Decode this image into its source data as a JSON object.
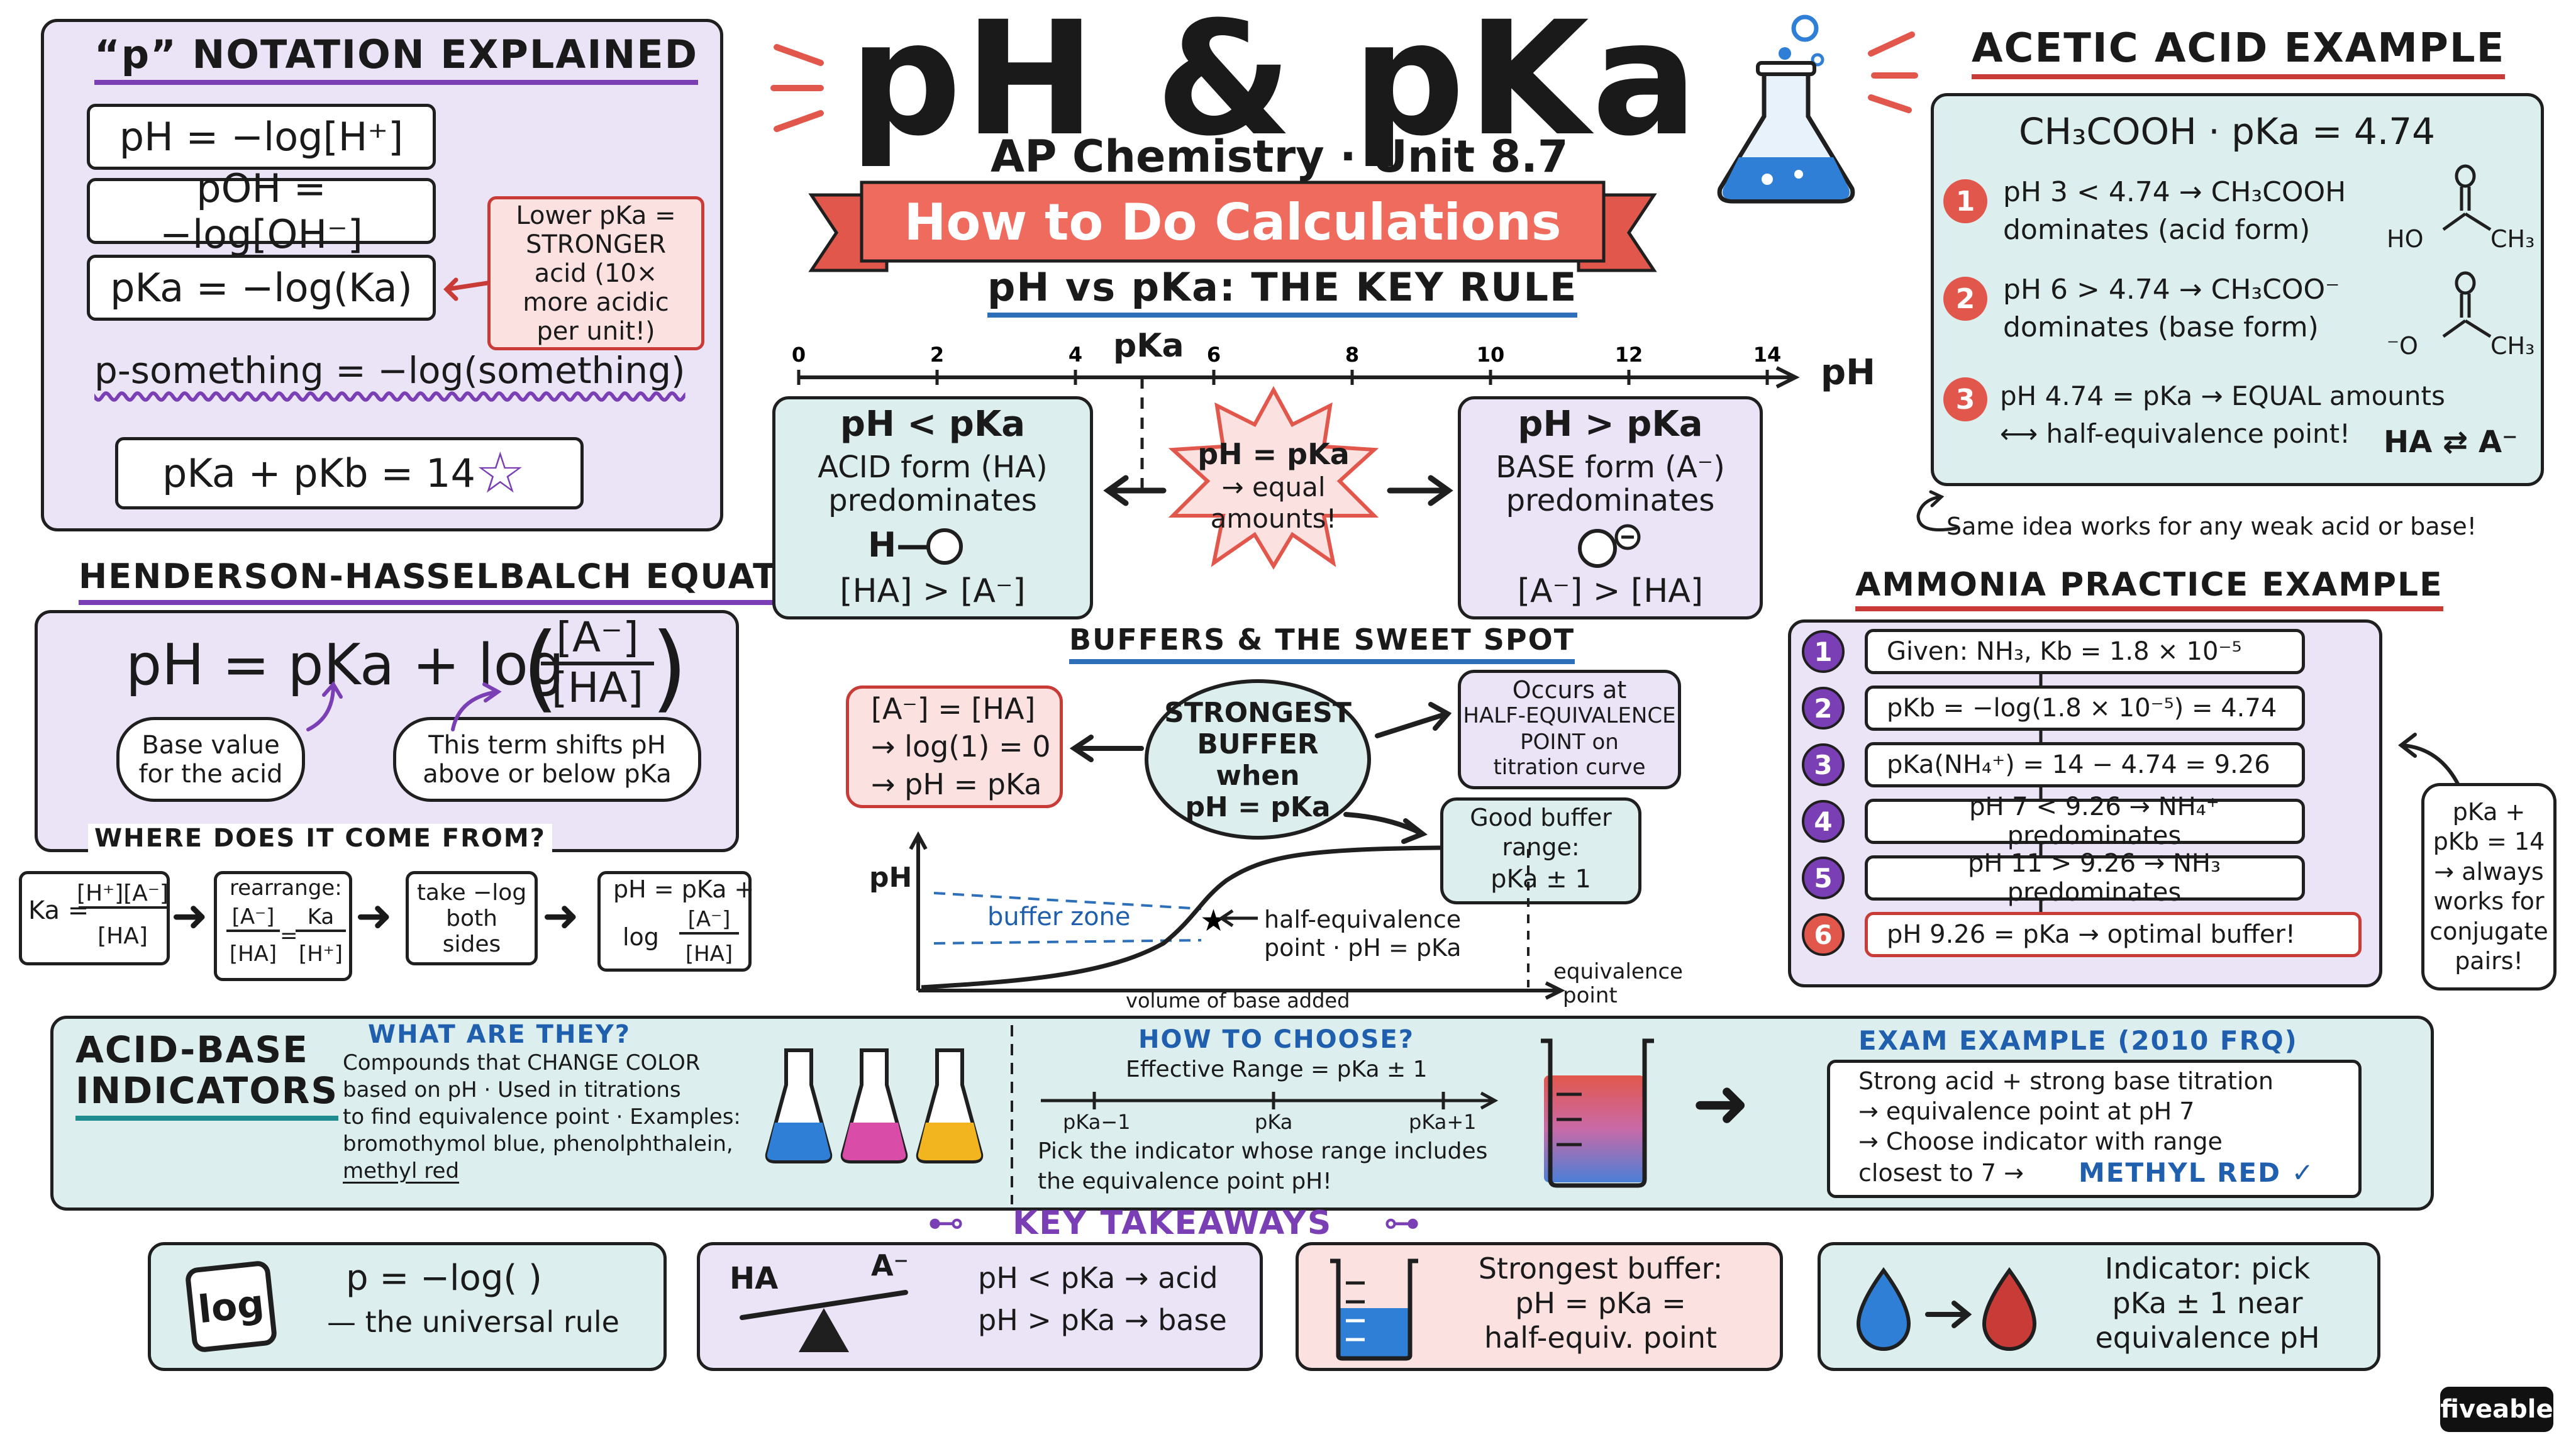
{
  "header": {
    "title": "pH & pKa",
    "subtitle": "AP Chemistry · Unit 8.7",
    "banner": "How to Do Calculations"
  },
  "p_notation": {
    "heading": "“p” NOTATION EXPLAINED",
    "eq1": "pH = −log[H⁺]",
    "eq2": "pOH = −log[OH⁻]",
    "eq3": "pKa = −log(Ka)",
    "callout": "Lower pKa = STRONGER acid (10× more acidic per unit!)",
    "general": "p-something = −log(something)",
    "sum": "pKa + pKb = 14"
  },
  "hh": {
    "heading": "HENDERSON-HASSELBALCH EQUATION",
    "eq_left": "pH = pKa + log",
    "frac_num": "[A⁻]",
    "frac_den": "[HA]",
    "note1": "Base value for the acid",
    "note2": "This term shifts pH above or below pKa",
    "where": "WHERE DOES IT COME FROM?",
    "step1_lhs": "Ka =",
    "step1_num": "[H⁺][A⁻]",
    "step1_den": "[HA]",
    "step2_label": "rearrange:",
    "step2_num1": "[A⁻]",
    "step2_den1": "[HA]",
    "step2_eq": "=",
    "step2_num2": "Ka",
    "step2_den2": "[H⁺]",
    "step3": "take −log both sides",
    "step4_top": "pH = pKa +",
    "step4_log": "log",
    "step4_num": "[A⁻]",
    "step4_den": "[HA]"
  },
  "key_rule": {
    "heading": "pH vs pKa: THE KEY RULE",
    "ticks": [
      "0",
      "2",
      "4",
      "6",
      "8",
      "10",
      "12",
      "14"
    ],
    "pka_label": "pKa",
    "axis_label": "pH",
    "acid_title": "pH < pKa",
    "acid_line1": "ACID form (HA)",
    "acid_line2": "predominates",
    "acid_mol": "H—",
    "acid_conc": "[HA] > [A⁻]",
    "mid_line1": "pH = pKa",
    "mid_line2": "→ equal",
    "mid_line3": "amounts!",
    "base_title": "pH > pKa",
    "base_line1": "BASE form (A⁻)",
    "base_line2": "predominates",
    "base_conc": "[A⁻] > [HA]"
  },
  "buffers": {
    "heading": "BUFFERS & THE SWEET SPOT",
    "eq_box_1": "[A⁻] = [HA]",
    "eq_box_2": "→ log(1) = 0",
    "eq_box_3": "→ pH = pKa",
    "center_1": "STRONGEST",
    "center_2": "BUFFER",
    "center_3": "when",
    "center_4": "pH = pKa",
    "occurs_1": "Occurs at",
    "occurs_2": "HALF-EQUIVALENCE",
    "occurs_3": "POINT on",
    "occurs_4": "titration curve",
    "range_1": "Good buffer",
    "range_2": "range:",
    "range_3": "pKa ± 1",
    "y_label": "pH",
    "zone_label": "buffer zone",
    "half_1": "half-equivalence",
    "half_2": "point · pH = pKa",
    "equiv_1": "equivalence",
    "equiv_2": "point",
    "x_label": "volume of base added"
  },
  "acetic": {
    "heading": "ACETIC ACID EXAMPLE",
    "top": "CH₃COOH · pKa = 4.74",
    "r1_num": "1",
    "r1_a": "pH 3 < 4.74 → CH₃COOH",
    "r1_b": "dominates (acid form)",
    "r2_num": "2",
    "r2_a": "pH 6 > 4.74 → CH₃COO⁻",
    "r2_b": "dominates (base form)",
    "r3_num": "3",
    "r3_a": "pH 4.74 = pKa → EQUAL amounts",
    "r3_b": "⟷ half-equivalence point!",
    "r3_eq": "HA ⇄ A⁻",
    "mol1_ho": "HO",
    "mol1_ch3": "CH₃",
    "mol2_o": "⁻O",
    "mol2_ch3": "CH₃",
    "footnote": "Same idea works for any weak acid or base!"
  },
  "ammonia": {
    "heading": "AMMONIA PRACTICE EXAMPLE",
    "steps": [
      {
        "n": "1",
        "text": "Given: NH₃, Kb = 1.8 × 10⁻⁵"
      },
      {
        "n": "2",
        "text": "pKb = −log(1.8 × 10⁻⁵) = 4.74"
      },
      {
        "n": "3",
        "text": "pKa(NH₄⁺) = 14 − 4.74 = 9.26"
      },
      {
        "n": "4",
        "text": "pH 7 < 9.26 → NH₄⁺ predominates"
      },
      {
        "n": "5",
        "text": "pH 11 > 9.26 → NH₃ predominates"
      },
      {
        "n": "6",
        "text": "pH 9.26 = pKa → optimal buffer!"
      }
    ],
    "side_note": "pKa + pKb = 14 → always works for conjugate pairs!"
  },
  "indicators": {
    "heading_1": "ACID-BASE",
    "heading_2": "INDICATORS",
    "what_title": "WHAT ARE THEY?",
    "what_1": "Compounds that CHANGE COLOR",
    "what_2": "based on pH · Used in titrations",
    "what_3": "to find equivalence point · Examples:",
    "what_4": "bromothymol blue, phenolphthalein,",
    "what_5": "methyl red",
    "choose_title": "HOW TO CHOOSE?",
    "choose_range": "Effective Range = pKa ± 1",
    "tick_l": "pKa−1",
    "tick_m": "pKa",
    "tick_r": "pKa+1",
    "choose_1": "Pick the indicator whose range includes",
    "choose_2": "the equivalence point pH!",
    "exam_title": "EXAM EXAMPLE (2010 FRQ)",
    "exam_1": "Strong acid + strong base titration",
    "exam_2": "→ equivalence point at pH 7",
    "exam_3": "→ Choose indicator with range",
    "exam_4": "closest to 7 →",
    "exam_answer": "METHYL RED ✓"
  },
  "takeaways": {
    "heading": "KEY TAKEAWAYS",
    "t1_icon": "log",
    "t1_a": "p = −log( )",
    "t1_b": "— the universal rule",
    "t2_ha": "HA",
    "t2_a_minus": "A⁻",
    "t2_a": "pH < pKa → acid",
    "t2_b": "pH > pKa → base",
    "t3_a": "Strongest buffer:",
    "t3_b": "pH = pKa =",
    "t3_c": "half-equiv. point",
    "t4_a": "Indicator: pick",
    "t4_b": "pKa ± 1 near",
    "t4_c": "equivalence pH"
  },
  "brand": "fiveable",
  "colors": {
    "purple": "#7b3fb5",
    "teal": "#1f8d8f",
    "red": "#e2574c",
    "blue": "#1f5fae",
    "flask_blue": "#2f7fd6"
  }
}
